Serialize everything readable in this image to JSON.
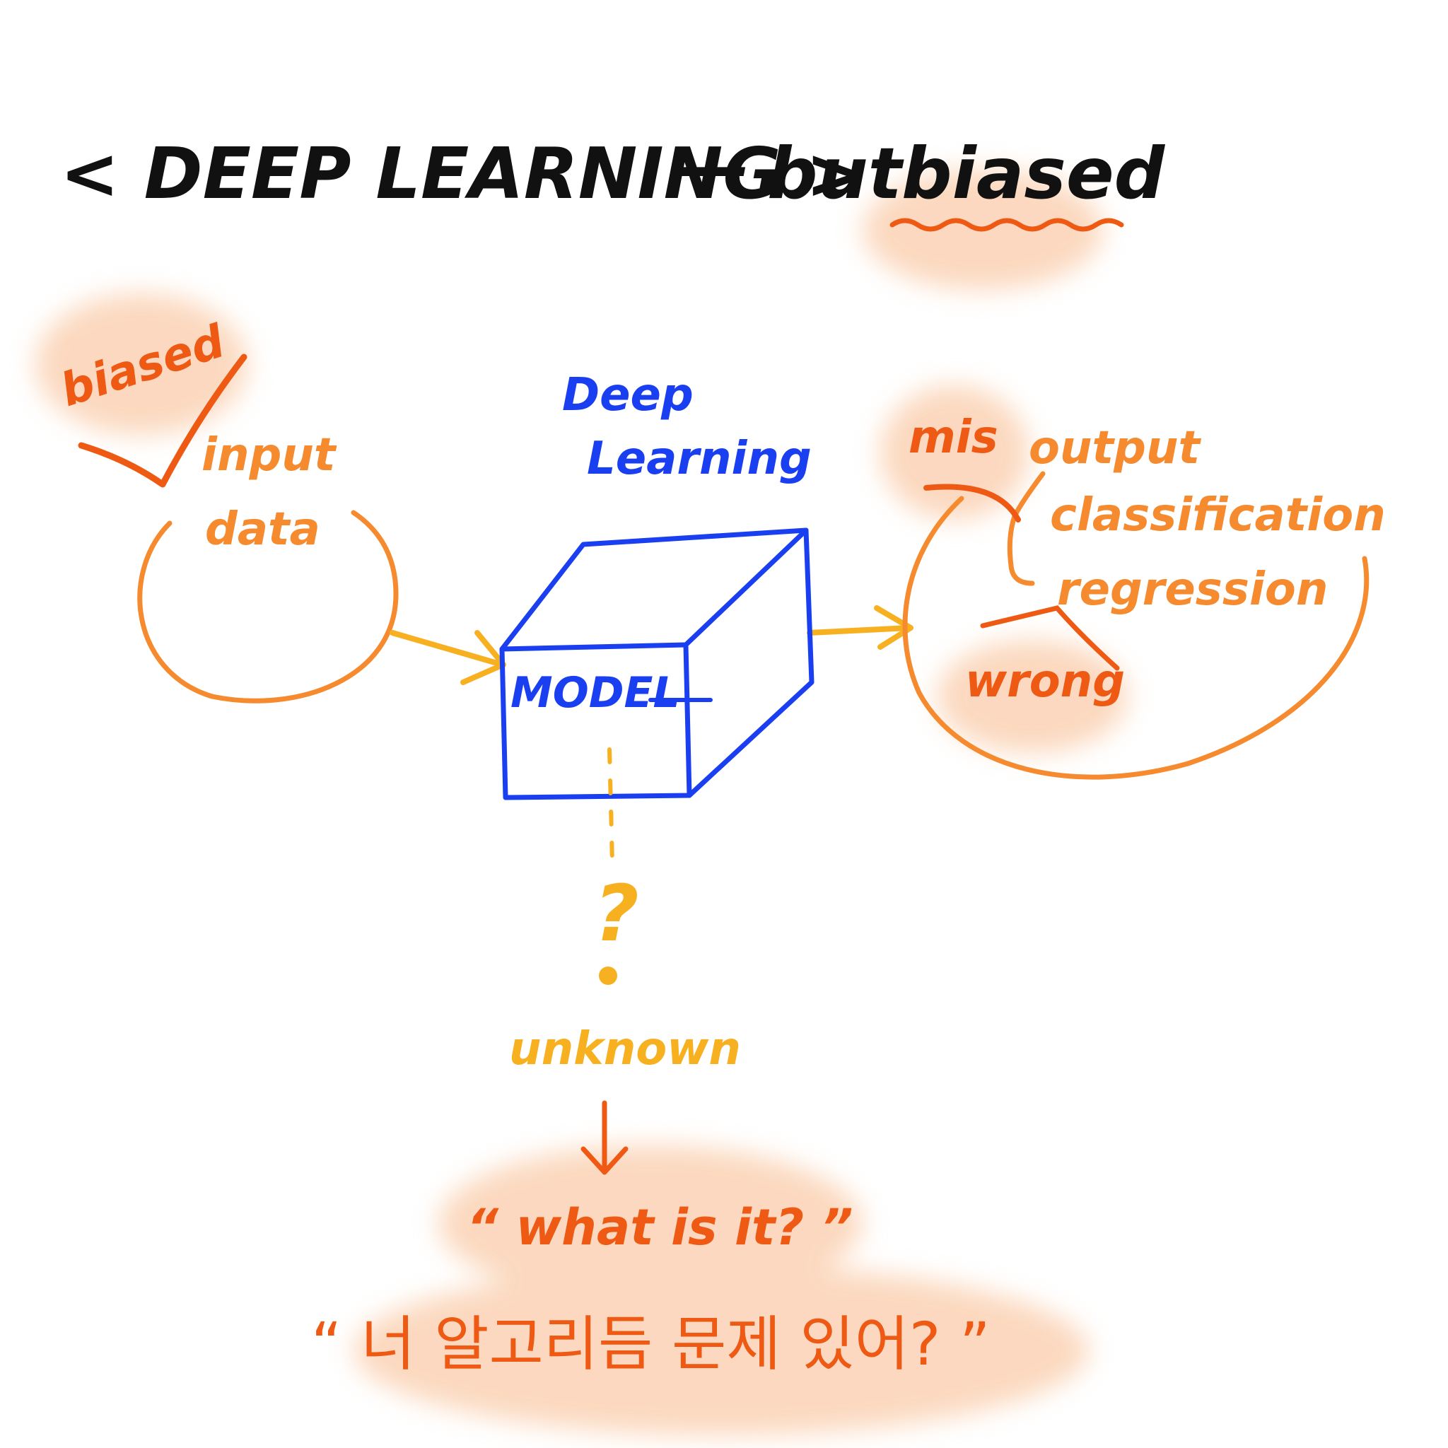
{
  "colors": {
    "ink": "#111111",
    "orange": "#f58a2e",
    "red_orange": "#ee5a14",
    "blue": "#1a3ff0",
    "yellow": "#f7b020",
    "highlight": "#fbd2b4"
  },
  "title": {
    "main": "< DEEP LEARNING >",
    "dash": "—",
    "but": "but",
    "biased": "biased"
  },
  "input": {
    "tag": "biased",
    "line1": "input",
    "line2": "data"
  },
  "model": {
    "heading_line1": "Deep",
    "heading_line2": "Learning",
    "box_label": "MODEL",
    "question_mark": "?",
    "unknown": "unknown"
  },
  "output": {
    "tag_mis": "mis",
    "heading": "output",
    "item1": "classification",
    "item2": "regression",
    "tag_wrong": "wrong"
  },
  "questions": {
    "english": "“ what is it? ”",
    "korean": "“ 너 알고리듬 문제 있어? ”"
  }
}
